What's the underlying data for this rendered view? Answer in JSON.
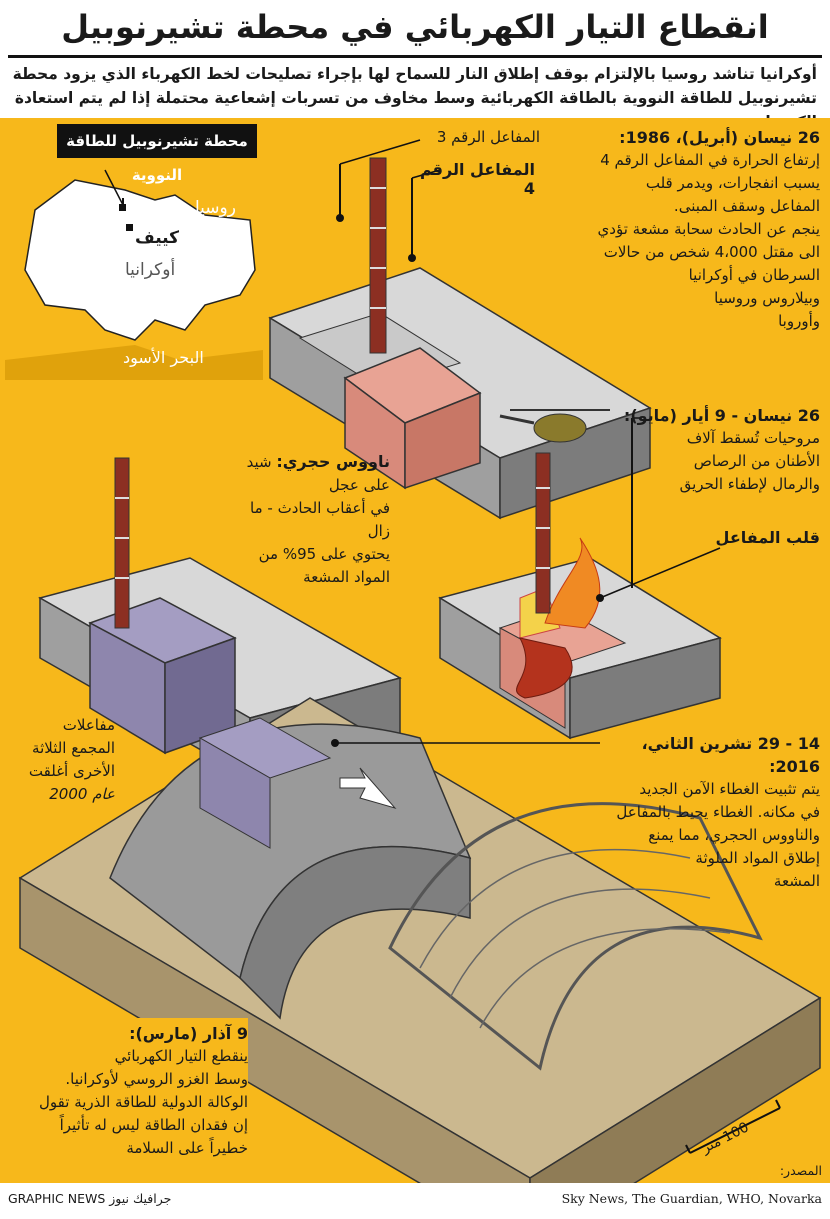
{
  "title": "انقطاع التيار الكهربائي في محطة تشيرنوبيل",
  "intro": {
    "line1": "أوكرانيا تناشد روسيا بالإلتزام بوقف إطلاق النار للسماح لها بإجراء تصليحات لخط الكهرباء الذي يزود محطة",
    "line2": "تشيرنوبيل للطاقة النووية بالطاقة الكهربائية وسط مخاوف من تسربات إشعاعية محتملة إذا لم يتم استعادة الكهرباء"
  },
  "map": {
    "title": "محطة تشيرنوبيل للطاقة النووية",
    "russia": "روسيا",
    "kyiv": "كييف",
    "ukraine": "أوكرانيا",
    "black_sea": "البحر الأسود"
  },
  "event1986": {
    "heading": "26 نيسان (أبريل)، 1986:",
    "lines": [
      "إرتفاع الحرارة في المفاعل الرقم 4",
      "يسبب انفجارات، ويدمر قلب",
      "المفاعل وسقف المبنى.",
      "ينجم عن الحادث سحابة مشعة تؤدي",
      "الى مقتل 4،000 شخص من حالات",
      "السرطان في أوكرانيا",
      "وبيلاروس وروسيا",
      "وأوروبا"
    ],
    "label_reactor3": "المفاعل الرقم 3",
    "label_reactor4": "المفاعل الرقم 4"
  },
  "event_may": {
    "heading": "26 نيسان - 9 أيار (مايو):",
    "lines": [
      "مروحيات تُسقط آلاف",
      "الأطنان من الرصاص",
      "والرمال لإطفاء الحريق"
    ],
    "label_core": "قلب المفاعل"
  },
  "sarcophagus": {
    "heading": "ناووس حجري:",
    "lines": [
      "شيد على عجل",
      "في أعقاب الحادث - ما زال",
      "يحتوي على 95% من",
      "المواد المشعة"
    ]
  },
  "event2016": {
    "heading": "14 - 29 تشرين الثاني، 2016:",
    "lines": [
      "يتم تثبيت الغطاء الآمن الجديد",
      "في مكانه. الغطاء يحيط بالمفاعل",
      "والناووس الحجري، مما يمنع",
      "إطلاق المواد الملوثة",
      "المشعة"
    ]
  },
  "closed_note": {
    "lines": [
      "مفاعلات",
      "المجمع الثلاثة",
      "الأخرى أغلقت",
      "عام 2000"
    ]
  },
  "event_march": {
    "heading": "9 آذار (مارس):",
    "lines": [
      "ينقطع التيار الكهربائي",
      "وسط الغزو الروسي لأوكرانيا.",
      "الوكالة الدولية للطاقة الذرية تقول",
      "إن فقدان الطاقة ليس له تأثيراً",
      "خطيراً على السلامة"
    ]
  },
  "scale": "100 متر",
  "footer": {
    "source_label": "المصدر:",
    "sources": "Sky News, The Guardian, WHO, Novarka",
    "credit": "GRAPHIC NEWS جرافيك نيوز"
  },
  "colors": {
    "panel": "#f7b81b",
    "reactor_damaged": "#e8a394",
    "sarcophagus": "#8e86ad",
    "building_grey": "#b9b9b9",
    "arch_grey": "#9a9a9a",
    "fire": "#e8461a"
  }
}
